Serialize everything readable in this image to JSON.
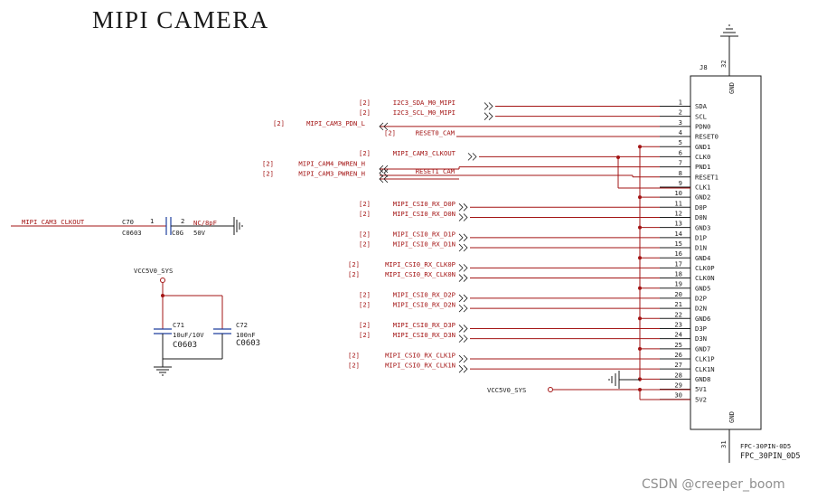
{
  "title": "MIPI CAMERA",
  "connector": {
    "ref": "J8",
    "pin_top": "32",
    "pin_bottom": "31",
    "gnd_top": "GND",
    "gnd_bottom": "GND",
    "footprint_1": "FPC-30PIN-0D5",
    "footprint_2": "FPC_30PIN_0D5",
    "pins": [
      {
        "num": "1",
        "name": "SDA"
      },
      {
        "num": "2",
        "name": "SCL"
      },
      {
        "num": "3",
        "name": "PDN0"
      },
      {
        "num": "4",
        "name": "RESET0"
      },
      {
        "num": "5",
        "name": "GND1"
      },
      {
        "num": "6",
        "name": "CLK0"
      },
      {
        "num": "7",
        "name": "PND1"
      },
      {
        "num": "8",
        "name": "RESET1"
      },
      {
        "num": "9",
        "name": "CLK1"
      },
      {
        "num": "10",
        "name": "GND2"
      },
      {
        "num": "11",
        "name": "D0P"
      },
      {
        "num": "12",
        "name": "D0N"
      },
      {
        "num": "13",
        "name": "GND3"
      },
      {
        "num": "14",
        "name": "D1P"
      },
      {
        "num": "15",
        "name": "D1N"
      },
      {
        "num": "16",
        "name": "GND4"
      },
      {
        "num": "17",
        "name": "CLK0P"
      },
      {
        "num": "18",
        "name": "CLK0N"
      },
      {
        "num": "19",
        "name": "GND5"
      },
      {
        "num": "20",
        "name": "D2P"
      },
      {
        "num": "21",
        "name": "D2N"
      },
      {
        "num": "22",
        "name": "GND6"
      },
      {
        "num": "23",
        "name": "D3P"
      },
      {
        "num": "24",
        "name": "D3N"
      },
      {
        "num": "25",
        "name": "GND7"
      },
      {
        "num": "26",
        "name": "CLK1P"
      },
      {
        "num": "27",
        "name": "CLK1N"
      },
      {
        "num": "28",
        "name": "GND8"
      },
      {
        "num": "29",
        "name": "5V1"
      },
      {
        "num": "30",
        "name": "5V2"
      }
    ]
  },
  "nets": [
    {
      "sheet": "[2]",
      "name": "I2C3_SDA_M0_MIPI"
    },
    {
      "sheet": "[2]",
      "name": "I2C3_SCL_M0_MIPI"
    },
    {
      "sheet": "[2]",
      "name": "MIPI_CAM3_PDN_L"
    },
    {
      "sheet": "[2]",
      "name": "RESET0_CAM"
    },
    {
      "sheet": "[2]",
      "name": "MIPI_CAM3_CLKOUT"
    },
    {
      "sheet": "[2]",
      "name": "MIPI_CAM4_PWREN_H"
    },
    {
      "sheet": "",
      "name": "RESET1_CAM"
    },
    {
      "sheet": "[2]",
      "name": "MIPI_CAM3_PWREN_H"
    },
    {
      "sheet": "[2]",
      "name": "MIPI_CSI0_RX_D0P"
    },
    {
      "sheet": "[2]",
      "name": "MIPI_CSI0_RX_D0N"
    },
    {
      "sheet": "[2]",
      "name": "MIPI_CSI0_RX_D1P"
    },
    {
      "sheet": "[2]",
      "name": "MIPI_CSI0_RX_D1N"
    },
    {
      "sheet": "[2]",
      "name": "MIPI_CSI0_RX_CLK0P"
    },
    {
      "sheet": "[2]",
      "name": "MIPI_CSI0_RX_CLK0N"
    },
    {
      "sheet": "[2]",
      "name": "MIPI_CSI0_RX_D2P"
    },
    {
      "sheet": "[2]",
      "name": "MIPI_CSI0_RX_D2N"
    },
    {
      "sheet": "[2]",
      "name": "MIPI_CSI0_RX_D3P"
    },
    {
      "sheet": "[2]",
      "name": "MIPI_CSI0_RX_D3N"
    },
    {
      "sheet": "[2]",
      "name": "MIPI_CSI0_RX_CLK1P"
    },
    {
      "sheet": "[2]",
      "name": "MIPI_CSI0_RX_CLK1N"
    }
  ],
  "vcc_net_pin29": "VCC5V0_SYS",
  "c70": {
    "net": "MIPI_CAM3_CLKOUT",
    "ref": "C70",
    "pkg": "C0603",
    "pin1": "1",
    "pin2": "2",
    "value": "NC/8pF",
    "dielectric": "C0G",
    "voltage": "50V"
  },
  "decoupling": {
    "net": "VCC5V0_SYS",
    "c71_ref": "C71",
    "c71_value": "10uF/10V",
    "c71_pkg": "C0603",
    "c72_ref": "C72",
    "c72_value": "100nF",
    "c72_pkg": "C0603"
  },
  "watermark": "CSDN @creeper_boom",
  "colors": {
    "wire": "#a31414",
    "line": "#1a1a1a",
    "capacitor": "#1f3f9e"
  }
}
